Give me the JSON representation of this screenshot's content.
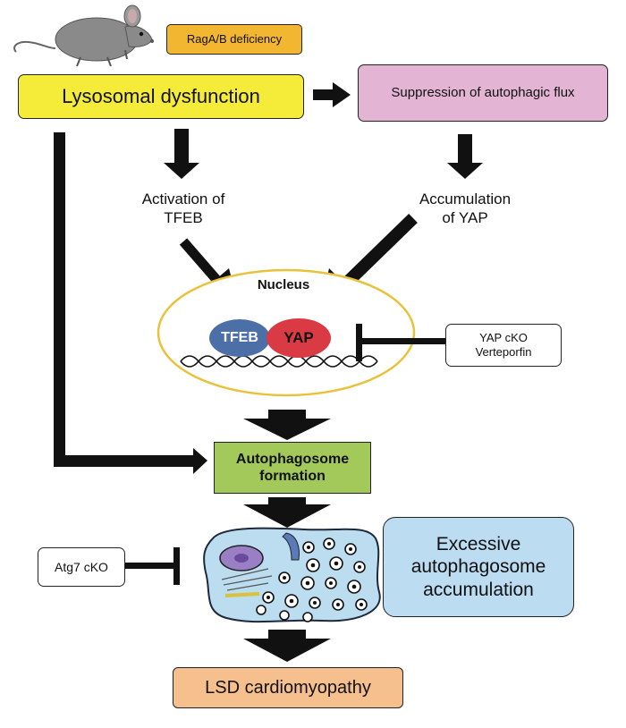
{
  "nodes": {
    "ragab": "RagA/B deficiency",
    "lysosomal": "Lysosomal dysfunction",
    "suppression": "Suppression of  autophagic flux",
    "activation_line1": "Activation of",
    "activation_line2": "TFEB",
    "accumulation_line1": "Accumulation",
    "accumulation_line2": "of YAP",
    "nucleus": "Nucleus",
    "tfeb": "TFEB",
    "yap": "YAP",
    "yapcko_line1": "YAP cKO",
    "yapcko_line2": "Verteporfin",
    "autophagosome_line1": "Autophagosome",
    "autophagosome_line2": "formation",
    "atg7": "Atg7 cKO",
    "excessive_line1": "Excessive",
    "excessive_line2": "autophagosome",
    "excessive_line3": "accumulation",
    "lsd": "LSD cardiomyopathy"
  },
  "colors": {
    "ragab_fill": "#f2b630",
    "lysosomal_fill": "#f5ec3a",
    "suppression_fill": "#e3b4d4",
    "autophagosome_fill": "#a3c95a",
    "excessive_fill": "#bcdcf2",
    "lsd_fill": "#f5c08e",
    "nucleus_stroke": "#e8c23a",
    "tfeb_fill": "#4d6fa8",
    "yap_fill": "#d93a44",
    "cell_fill": "#bcdcf0",
    "arrow": "#111111"
  },
  "icons": [
    "mouse-icon",
    "dna-helix-icon",
    "cardiomyocyte-cell-icon"
  ]
}
